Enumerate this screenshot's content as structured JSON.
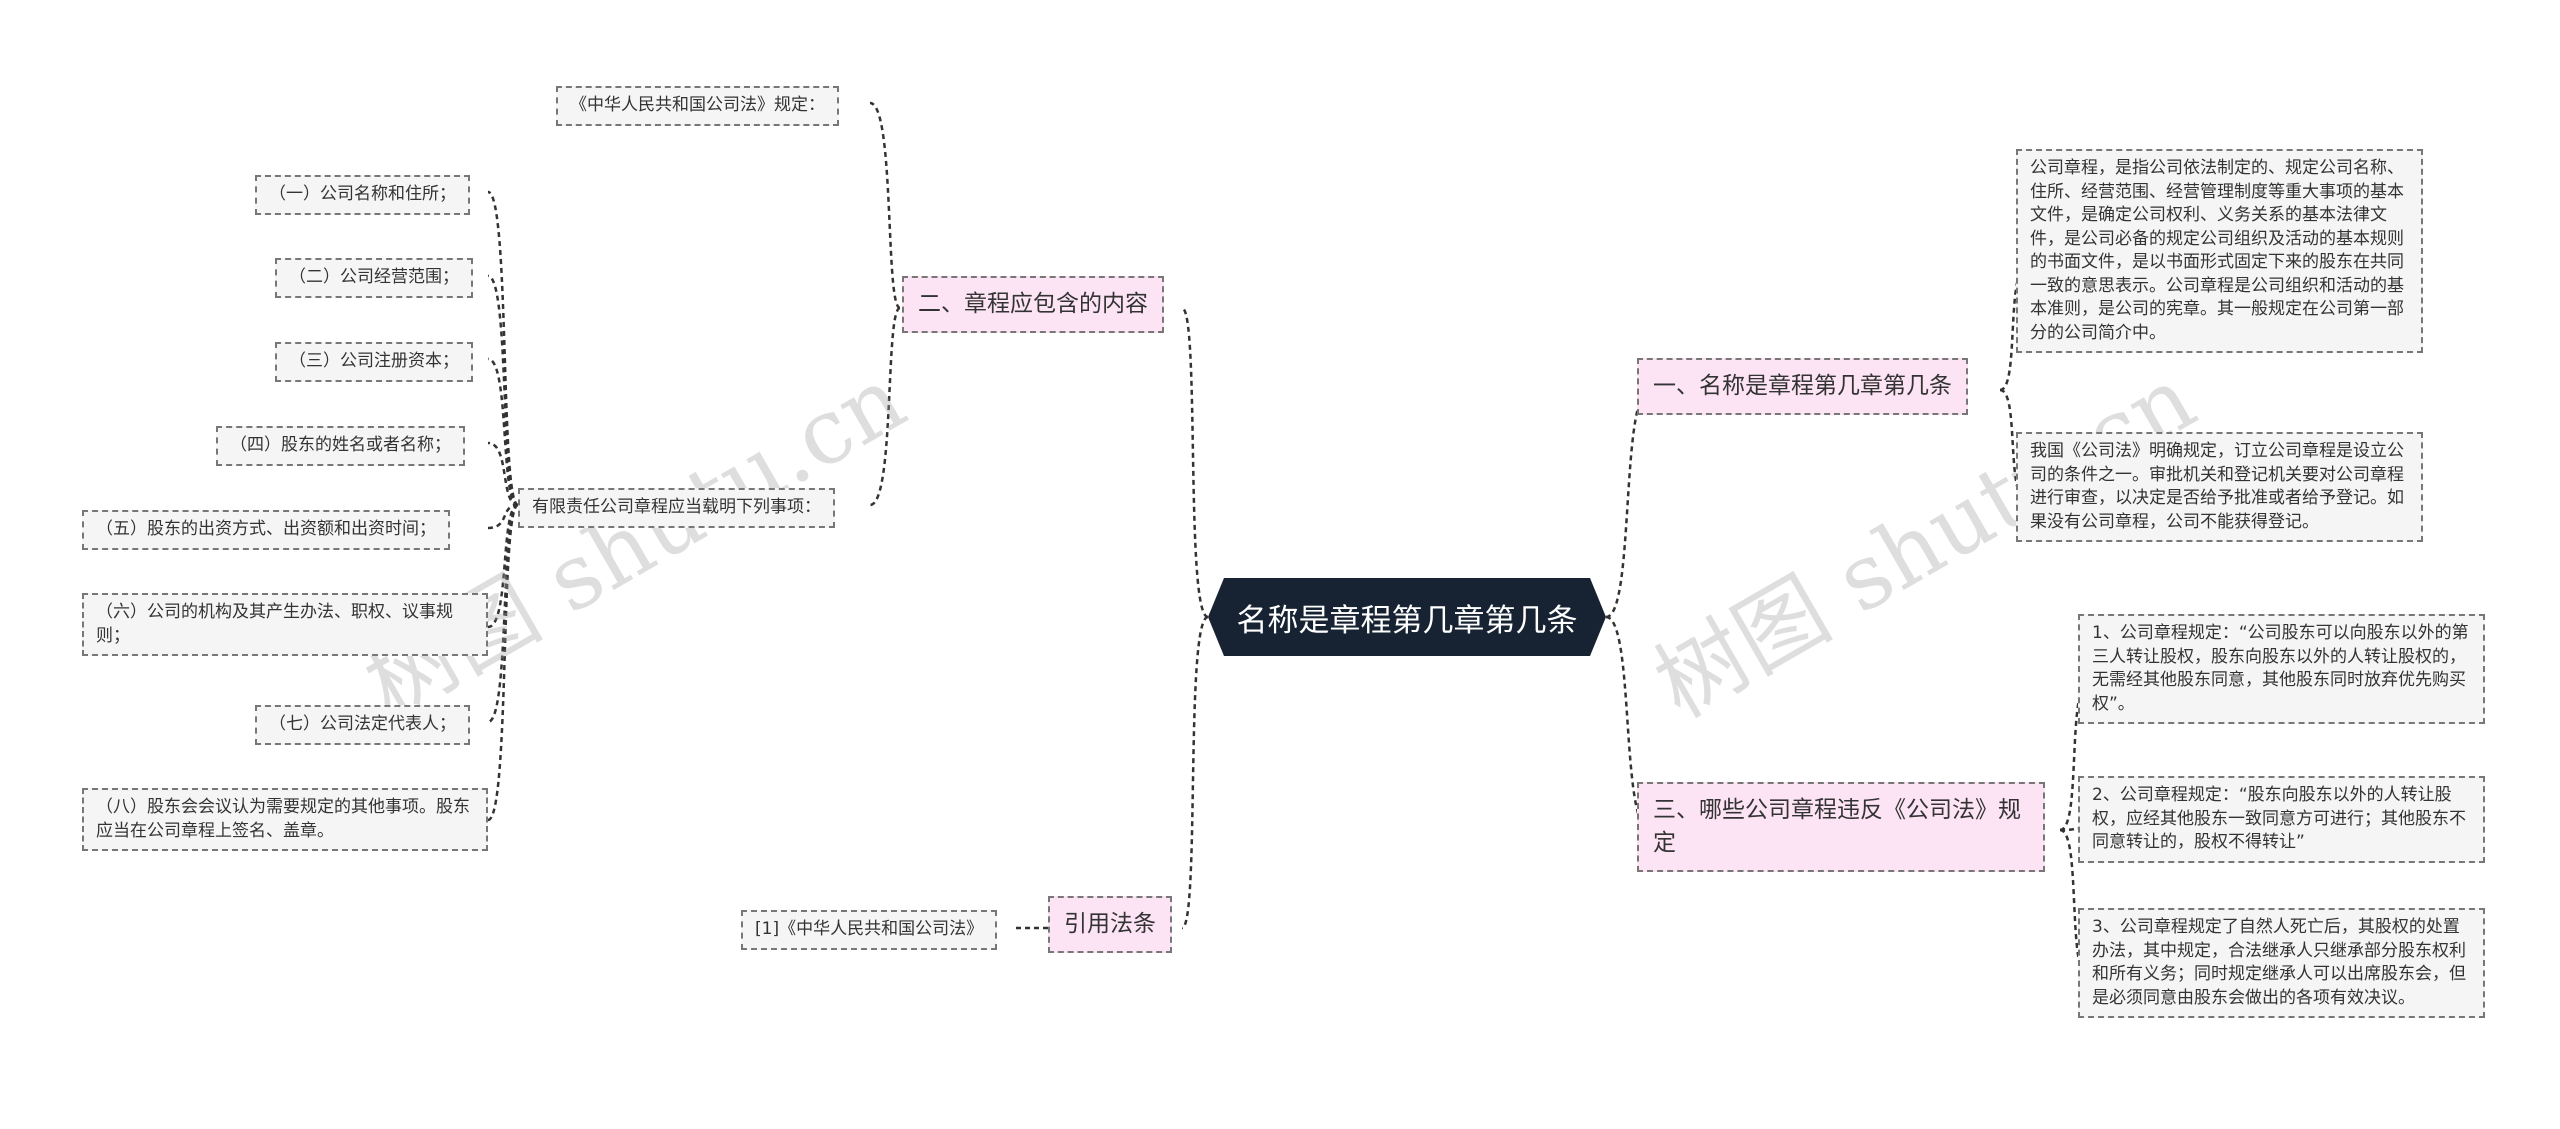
{
  "root": {
    "label": "名称是章程第几章第几条"
  },
  "branches": {
    "b1": {
      "label": "一、名称是章程第几章第几条"
    },
    "b2": {
      "label": "二、章程应包含的内容"
    },
    "b3": {
      "label": "三、哪些公司章程违反《公司法》规定"
    },
    "b4": {
      "label": "引用法条"
    }
  },
  "b1_leaves": [
    "公司章程，是指公司依法制定的、规定公司名称、住所、经营范围、经营管理制度等重大事项的基本文件，是确定公司权利、义务关系的基本法律文件，是公司必备的规定公司组织及活动的基本规则的书面文件，是以书面形式固定下来的股东在共同一致的意思表示。公司章程是公司组织和活动的基本准则，是公司的宪章。其一般规定在公司第一部分的公司简介中。",
    "我国《公司法》明确规定，订立公司章程是设立公司的条件之一。审批机关和登记机关要对公司章程进行审查，以决定是否给予批准或者给予登记。如果没有公司章程，公司不能获得登记。"
  ],
  "b2_leaves": {
    "law_ref": "《中华人民共和国公司法》规定：",
    "items_header": "有限责任公司章程应当载明下列事项：",
    "items": [
      "（一）公司名称和住所；",
      "（二）公司经营范围；",
      "（三）公司注册资本；",
      "（四）股东的姓名或者名称；",
      "（五）股东的出资方式、出资额和出资时间；",
      "（六）公司的机构及其产生办法、职权、议事规则；",
      "（七）公司法定代表人；",
      "（八）股东会会议认为需要规定的其他事项。股东应当在公司章程上签名、盖章。"
    ]
  },
  "b3_leaves": [
    "1、公司章程规定：“公司股东可以向股东以外的第三人转让股权，股东向股东以外的人转让股权的，无需经其他股东同意，其他股东同时放弃优先购买权”。",
    "2、公司章程规定：“股东向股东以外的人转让股权，应经其他股东一致同意方可进行；其他股东不同意转让的，股权不得转让”",
    "3、公司章程规定了自然人死亡后，其股权的处置办法，其中规定，合法继承人只继承部分股东权利和所有义务；同时规定继承人可以出席股东会，但是必须同意由股东会做出的各项有效决议。"
  ],
  "b4_leaves": [
    "[1]《中华人民共和国公司法》"
  ],
  "watermarks": [
    "树图 shutu.cn",
    "树图 shutu.cn"
  ],
  "colors": {
    "root_bg": "#172332",
    "branch_bg": "#fce4f4",
    "leaf_bg": "#f5f5f5",
    "line": "#333333"
  }
}
